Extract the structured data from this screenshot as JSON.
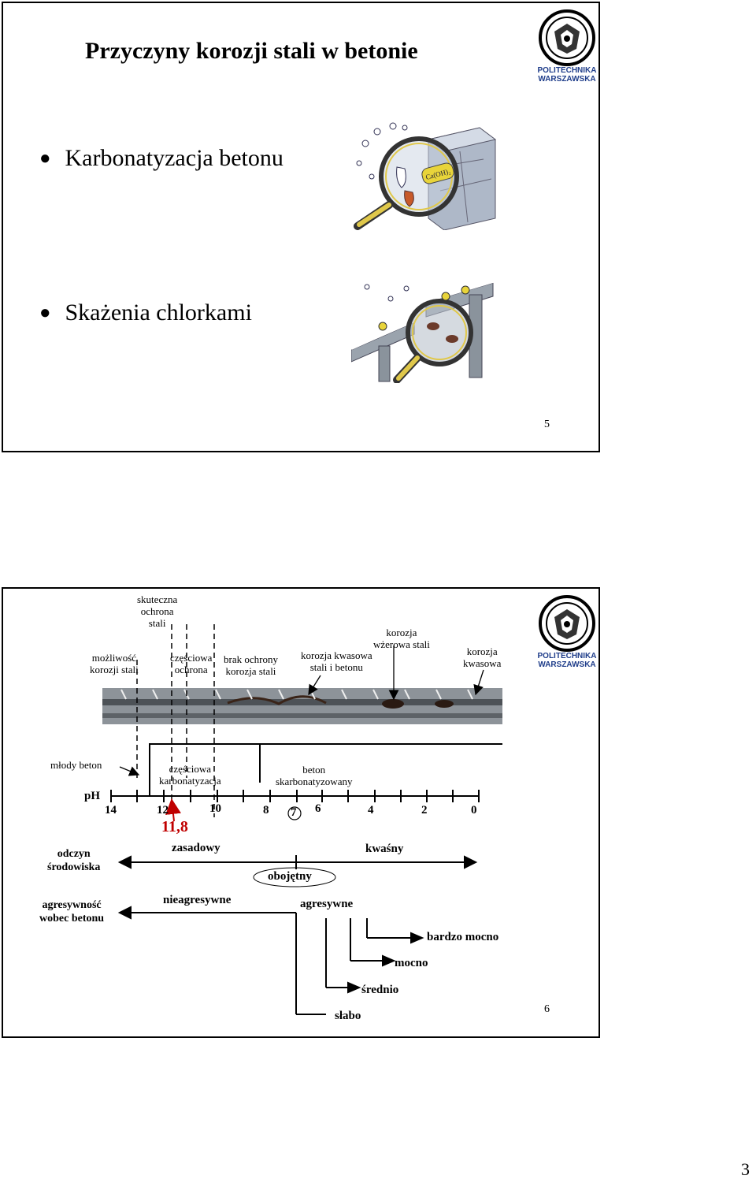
{
  "slide1": {
    "title": "Przyczyny korozji stali w betonie",
    "bullets": [
      "Karbonatyzacja betonu",
      "Skażenia chlorkami"
    ],
    "logo_text": [
      "POLITECHNIKA",
      "WARSZAWSKA"
    ],
    "image1_label": "Ca(OH)₂",
    "slide_number": "5"
  },
  "slide2": {
    "logo_text": [
      "POLITECHNIKA",
      "WARSZAWSKA"
    ],
    "top_labels": {
      "skuteczna": [
        "skuteczna",
        "ochrona",
        "stali"
      ],
      "mozliwosc": [
        "możliwość",
        "korozji stali"
      ],
      "czesciowa": [
        "częściowa",
        "ochrona"
      ],
      "brak": [
        "brak ochrony",
        "korozja stali"
      ],
      "kwasowa_beton": [
        "korozja kwasowa",
        "stali i betonu"
      ],
      "wzerowa": [
        "korozja",
        "wżerowa stali"
      ],
      "kwasowa": [
        "korozja",
        "kwasowa"
      ]
    },
    "mlody_beton": "młody beton",
    "czesciowa_karb": [
      "częściowa",
      "karbonatyzacja"
    ],
    "beton_skarb": [
      "beton",
      "skarbonatyzowany"
    ],
    "ph_label": "pH",
    "ph_ticks": [
      "14",
      "12",
      "10",
      "8",
      "7",
      "6",
      "4",
      "2",
      "0"
    ],
    "ph_highlight": "11,8",
    "odczyn": [
      "odczyn",
      "środowiska"
    ],
    "zasadowy": "zasadowy",
    "kwasny": "kwaśny",
    "obojetny": "obojętny",
    "agresywnosc": [
      "agresywność",
      "wobec betonu"
    ],
    "nieagresywne": "nieagresywne",
    "agresywne": "agresywne",
    "levels": [
      "bardzo mocno",
      "mocno",
      "średnio",
      "słabo"
    ],
    "slide_number": "6"
  },
  "page_number": "3",
  "colors": {
    "highlight": "#c00000",
    "logo_blue": "#1f3d8a"
  }
}
